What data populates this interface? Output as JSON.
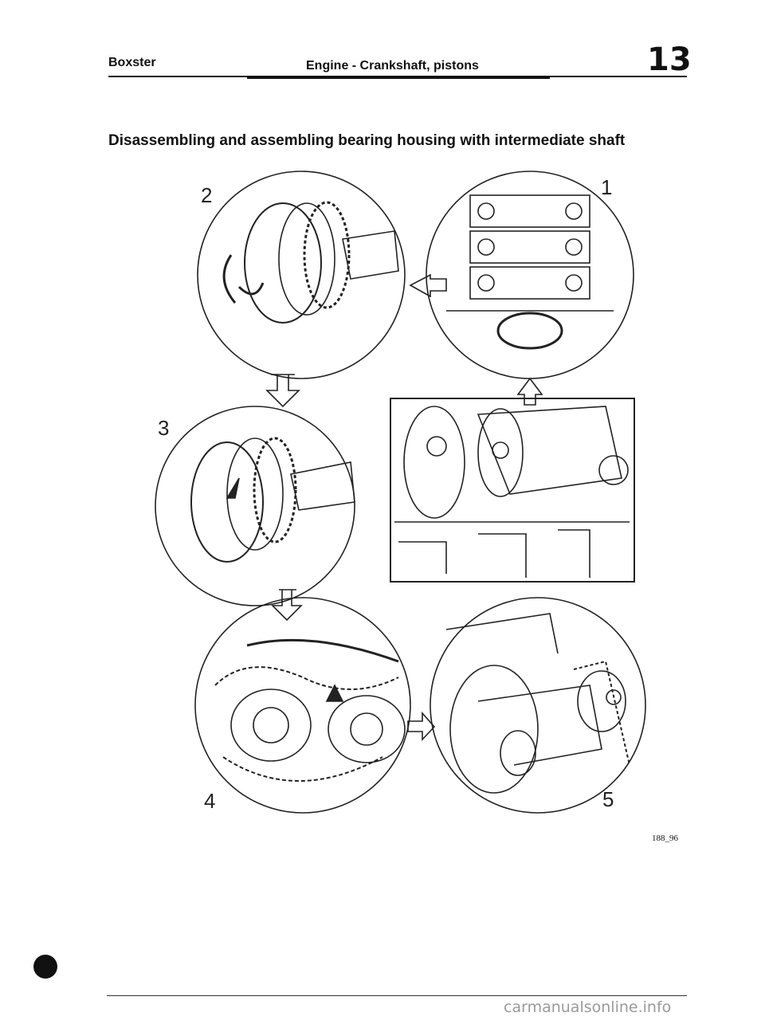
{
  "header": {
    "model": "Boxster",
    "section": "Engine - Crankshaft, pistons",
    "group_number": "13"
  },
  "title": "Disassembling and assembling bearing housing with intermediate shaft",
  "figure": {
    "step_labels": [
      "1",
      "2",
      "3",
      "4",
      "5"
    ],
    "code": "188_96"
  },
  "footer": {
    "watermark": "carmanualsonline.info"
  }
}
